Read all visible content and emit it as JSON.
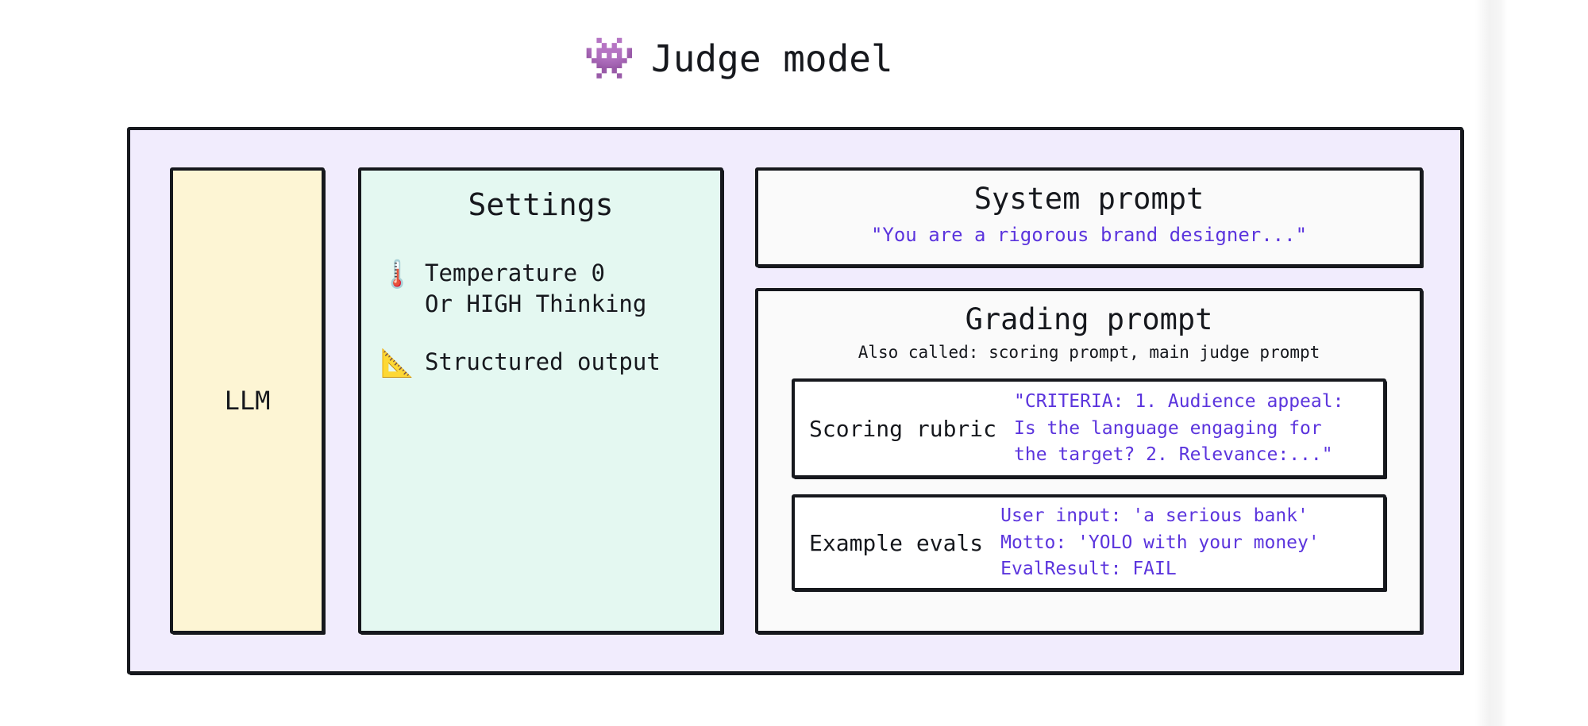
{
  "header": {
    "icon": "space-invader",
    "icon_glyph": "👾",
    "title": "Judge model"
  },
  "llm": {
    "label": "LLM",
    "color": "#fdf5d4"
  },
  "settings": {
    "title": "Settings",
    "color": "#e4f8f1",
    "items": [
      {
        "icon": "thermometer-icon",
        "icon_glyph": "🌡️",
        "text": "Temperature 0\nOr HIGH Thinking"
      },
      {
        "icon": "triangular-ruler-icon",
        "icon_glyph": "📐",
        "text": "Structured output"
      }
    ]
  },
  "system_prompt": {
    "title": "System prompt",
    "quote": "\"You are a rigorous brand designer...\""
  },
  "grading_prompt": {
    "title": "Grading prompt",
    "subtitle": "Also called: scoring prompt, main judge prompt",
    "boxes": [
      {
        "label": "Scoring rubric",
        "value": "\"CRITERIA: 1. Audience appeal:\nIs the language engaging for\nthe target? 2. Relevance:...\""
      },
      {
        "label": "Example evals",
        "value": "User input: 'a serious bank'\nMotto: 'YOLO with your money'\nEvalResult: FAIL"
      }
    ]
  },
  "colors": {
    "container_bg": "#f1ecfd",
    "llm_bg": "#fdf5d4",
    "settings_bg": "#e4f8f1",
    "panel_bg": "#fafafa",
    "accent_text": "#5b34dd",
    "ink": "#16181d",
    "invader": "#a24fc4"
  }
}
